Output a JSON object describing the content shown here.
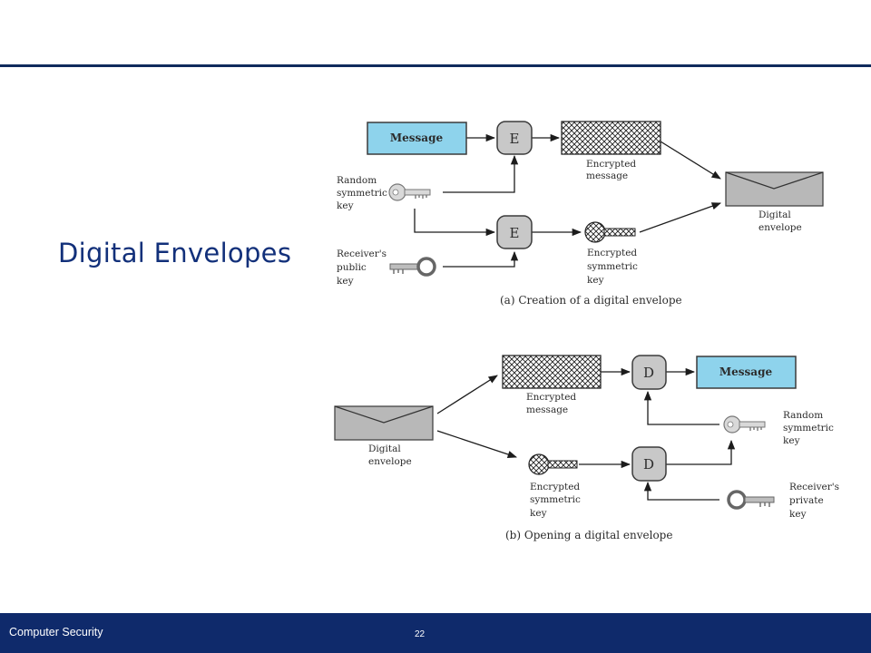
{
  "slide": {
    "title": "Digital Envelopes",
    "footer_left": "Computer Security",
    "page_number": "22"
  },
  "diagram_a": {
    "message": "Message",
    "encrypt_node_1": "E",
    "encrypt_node_2": "E",
    "encrypted_message": [
      "Encrypted",
      "message"
    ],
    "random_key": [
      "Random",
      "symmetric",
      "key"
    ],
    "receiver_public_key": [
      "Receiver's",
      "public",
      "key"
    ],
    "encrypted_key": [
      "Encrypted",
      "symmetric",
      "key"
    ],
    "digital_envelope": [
      "Digital",
      "envelope"
    ],
    "caption": "(a) Creation of a digital envelope"
  },
  "diagram_b": {
    "digital_envelope": [
      "Digital",
      "envelope"
    ],
    "encrypted_message": [
      "Encrypted",
      "message"
    ],
    "decrypt_node_1": "D",
    "decrypt_node_2": "D",
    "message": "Message",
    "random_key": [
      "Random",
      "symmetric",
      "key"
    ],
    "encrypted_key": [
      "Encrypted",
      "symmetric",
      "key"
    ],
    "receiver_private_key": [
      "Receiver's",
      "private",
      "key"
    ],
    "caption": "(b) Opening a digital envelope"
  },
  "colors": {
    "message_fill": "#8ed3ec",
    "node_fill": "#c8c8c8",
    "envelope_fill": "#b8b8b8",
    "rule": "#0f2a5c",
    "footer": "#0f2a6b",
    "title": "#12307a"
  }
}
